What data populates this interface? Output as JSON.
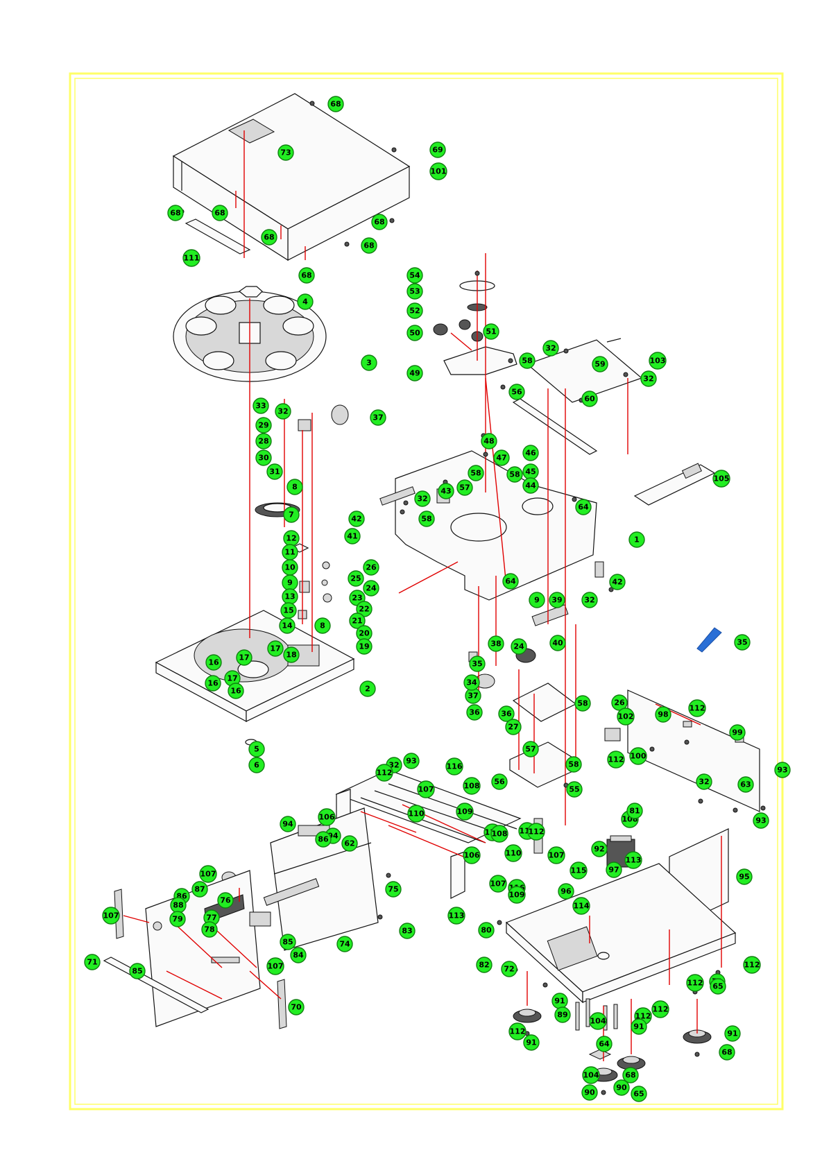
{
  "colors": {
    "frame": "#ffff66",
    "balloon_fill": "#22ee22",
    "balloon_outline": "#108010",
    "leader_line": "#e00000",
    "drawing_line": "#111111",
    "callout_102_blue": "#2a6fd6"
  },
  "balloons": [
    {
      "n": "68",
      "l": "68"
    },
    {
      "n": "73",
      "l": "73"
    },
    {
      "n": "69",
      "l": "69"
    },
    {
      "n": "101",
      "l": "101"
    },
    {
      "n": "68",
      "l": "68"
    },
    {
      "n": "68",
      "l": "68"
    },
    {
      "n": "68",
      "l": "68"
    },
    {
      "n": "68",
      "l": "68"
    },
    {
      "n": "68",
      "l": "68"
    },
    {
      "n": "68",
      "l": "68"
    },
    {
      "n": "111",
      "l": "111"
    },
    {
      "n": "4",
      "l": "4"
    },
    {
      "n": "3",
      "l": "3"
    },
    {
      "n": "33",
      "l": "33"
    },
    {
      "n": "32",
      "l": "32"
    },
    {
      "n": "37",
      "l": "37"
    },
    {
      "n": "29",
      "l": "29"
    },
    {
      "n": "28",
      "l": "28"
    },
    {
      "n": "30",
      "l": "30"
    },
    {
      "n": "31",
      "l": "31"
    },
    {
      "n": "8",
      "l": "8"
    },
    {
      "n": "7",
      "l": "7"
    },
    {
      "n": "12",
      "l": "12"
    },
    {
      "n": "11",
      "l": "11"
    },
    {
      "n": "10",
      "l": "10"
    },
    {
      "n": "9",
      "l": "9"
    },
    {
      "n": "13",
      "l": "13"
    },
    {
      "n": "15",
      "l": "15"
    },
    {
      "n": "14",
      "l": "14"
    },
    {
      "n": "8",
      "l": "8"
    },
    {
      "n": "26",
      "l": "26"
    },
    {
      "n": "25",
      "l": "25"
    },
    {
      "n": "24",
      "l": "24"
    },
    {
      "n": "23",
      "l": "23"
    },
    {
      "n": "22",
      "l": "22"
    },
    {
      "n": "21",
      "l": "21"
    },
    {
      "n": "20",
      "l": "20"
    },
    {
      "n": "19",
      "l": "19"
    },
    {
      "n": "17",
      "l": "17"
    },
    {
      "n": "17",
      "l": "17"
    },
    {
      "n": "18",
      "l": "18"
    },
    {
      "n": "16",
      "l": "16"
    },
    {
      "n": "17",
      "l": "17"
    },
    {
      "n": "16",
      "l": "16"
    },
    {
      "n": "16",
      "l": "16"
    },
    {
      "n": "2",
      "l": "2"
    },
    {
      "n": "5",
      "l": "5"
    },
    {
      "n": "6",
      "l": "6"
    },
    {
      "n": "54",
      "l": "54"
    },
    {
      "n": "53",
      "l": "53"
    },
    {
      "n": "52",
      "l": "52"
    },
    {
      "n": "50",
      "l": "50"
    },
    {
      "n": "51",
      "l": "51"
    },
    {
      "n": "49",
      "l": "49"
    },
    {
      "n": "32",
      "l": "32"
    },
    {
      "n": "103",
      "l": "103"
    },
    {
      "n": "58",
      "l": "58"
    },
    {
      "n": "59",
      "l": "59"
    },
    {
      "n": "32",
      "l": "32"
    },
    {
      "n": "60",
      "l": "60"
    },
    {
      "n": "56",
      "l": "56"
    },
    {
      "n": "58",
      "l": "58"
    },
    {
      "n": "105",
      "l": "105"
    },
    {
      "n": "48",
      "l": "48"
    },
    {
      "n": "47",
      "l": "47"
    },
    {
      "n": "46",
      "l": "46"
    },
    {
      "n": "45",
      "l": "45"
    },
    {
      "n": "44",
      "l": "44"
    },
    {
      "n": "58",
      "l": "58"
    },
    {
      "n": "57",
      "l": "57"
    },
    {
      "n": "43",
      "l": "43"
    },
    {
      "n": "32",
      "l": "32"
    },
    {
      "n": "58",
      "l": "58"
    },
    {
      "n": "64",
      "l": "64"
    },
    {
      "n": "42",
      "l": "42"
    },
    {
      "n": "41",
      "l": "41"
    },
    {
      "n": "1",
      "l": "1"
    },
    {
      "n": "42",
      "l": "42"
    },
    {
      "n": "32",
      "l": "32"
    },
    {
      "n": "64",
      "l": "64"
    },
    {
      "n": "9",
      "l": "9"
    },
    {
      "n": "39",
      "l": "39"
    },
    {
      "n": "24",
      "l": "24"
    },
    {
      "n": "40",
      "l": "40"
    },
    {
      "n": "38",
      "l": "38"
    },
    {
      "n": "35",
      "l": "35"
    },
    {
      "n": "37",
      "l": "37"
    },
    {
      "n": "34",
      "l": "34"
    },
    {
      "n": "36",
      "l": "36"
    },
    {
      "n": "36",
      "l": "36"
    },
    {
      "n": "27",
      "l": "27"
    },
    {
      "n": "58",
      "l": "58"
    },
    {
      "n": "57",
      "l": "57"
    },
    {
      "n": "58",
      "l": "58"
    },
    {
      "n": "56",
      "l": "56"
    },
    {
      "n": "55",
      "l": "55"
    },
    {
      "n": "35",
      "l": "35"
    },
    {
      "n": "26",
      "l": "26"
    },
    {
      "n": "102",
      "l": "102"
    },
    {
      "n": "98",
      "l": "98"
    },
    {
      "n": "112",
      "l": "112"
    },
    {
      "n": "112",
      "l": "112"
    },
    {
      "n": "100",
      "l": "100"
    },
    {
      "n": "99",
      "l": "99"
    },
    {
      "n": "93",
      "l": "93"
    },
    {
      "n": "32",
      "l": "32"
    },
    {
      "n": "63",
      "l": "63"
    },
    {
      "n": "93",
      "l": "93"
    },
    {
      "n": "32",
      "l": "32"
    },
    {
      "n": "93",
      "l": "93"
    },
    {
      "n": "112",
      "l": "112"
    },
    {
      "n": "116",
      "l": "116"
    },
    {
      "n": "108",
      "l": "108"
    },
    {
      "n": "107",
      "l": "107"
    },
    {
      "n": "110",
      "l": "110"
    },
    {
      "n": "109",
      "l": "109"
    },
    {
      "n": "110",
      "l": "110"
    },
    {
      "n": "106",
      "l": "106"
    },
    {
      "n": "108",
      "l": "108"
    },
    {
      "n": "110",
      "l": "110"
    },
    {
      "n": "110",
      "l": "110"
    },
    {
      "n": "116",
      "l": "116"
    },
    {
      "n": "107",
      "l": "107"
    },
    {
      "n": "109",
      "l": "109"
    },
    {
      "n": "113",
      "l": "113"
    },
    {
      "n": "112",
      "l": "112"
    },
    {
      "n": "107",
      "l": "107"
    },
    {
      "n": "115",
      "l": "115"
    },
    {
      "n": "108",
      "l": "108"
    },
    {
      "n": "81",
      "l": "81"
    },
    {
      "n": "92",
      "l": "92"
    },
    {
      "n": "97",
      "l": "97"
    },
    {
      "n": "113",
      "l": "113"
    },
    {
      "n": "96",
      "l": "96"
    },
    {
      "n": "114",
      "l": "114"
    },
    {
      "n": "95",
      "l": "95"
    },
    {
      "n": "106",
      "l": "106"
    },
    {
      "n": "94",
      "l": "94"
    },
    {
      "n": "94",
      "l": "94"
    },
    {
      "n": "62",
      "l": "62"
    },
    {
      "n": "86",
      "l": "86"
    },
    {
      "n": "107",
      "l": "107"
    },
    {
      "n": "87",
      "l": "87"
    },
    {
      "n": "86",
      "l": "86"
    },
    {
      "n": "88",
      "l": "88"
    },
    {
      "n": "76",
      "l": "76"
    },
    {
      "n": "79",
      "l": "79"
    },
    {
      "n": "77",
      "l": "77"
    },
    {
      "n": "78",
      "l": "78"
    },
    {
      "n": "75",
      "l": "75"
    },
    {
      "n": "74",
      "l": "74"
    },
    {
      "n": "84",
      "l": "84"
    },
    {
      "n": "83",
      "l": "83"
    },
    {
      "n": "107",
      "l": "107"
    },
    {
      "n": "85",
      "l": "85"
    },
    {
      "n": "85",
      "l": "85"
    },
    {
      "n": "107",
      "l": "107"
    },
    {
      "n": "71",
      "l": "71"
    },
    {
      "n": "70",
      "l": "70"
    },
    {
      "n": "80",
      "l": "80"
    },
    {
      "n": "82",
      "l": "82"
    },
    {
      "n": "72",
      "l": "72"
    },
    {
      "n": "71",
      "l": "71"
    },
    {
      "n": "112",
      "l": "112"
    },
    {
      "n": "112",
      "l": "112"
    },
    {
      "n": "112",
      "l": "112"
    },
    {
      "n": "91",
      "l": "91"
    },
    {
      "n": "89",
      "l": "89"
    },
    {
      "n": "104",
      "l": "104"
    },
    {
      "n": "112",
      "l": "112"
    },
    {
      "n": "64",
      "l": "64"
    },
    {
      "n": "65",
      "l": "65"
    },
    {
      "n": "91",
      "l": "91"
    },
    {
      "n": "112",
      "l": "112"
    },
    {
      "n": "91",
      "l": "91"
    },
    {
      "n": "104",
      "l": "104"
    },
    {
      "n": "91",
      "l": "91"
    },
    {
      "n": "90",
      "l": "90"
    },
    {
      "n": "68",
      "l": "68"
    },
    {
      "n": "90",
      "l": "90"
    },
    {
      "n": "68",
      "l": "68"
    },
    {
      "n": "65",
      "l": "65"
    },
    {
      "n": "90",
      "l": "90"
    },
    {
      "n": "68",
      "l": "68"
    },
    {
      "n": "90",
      "l": "90"
    },
    {
      "n": "68",
      "l": "68"
    }
  ]
}
